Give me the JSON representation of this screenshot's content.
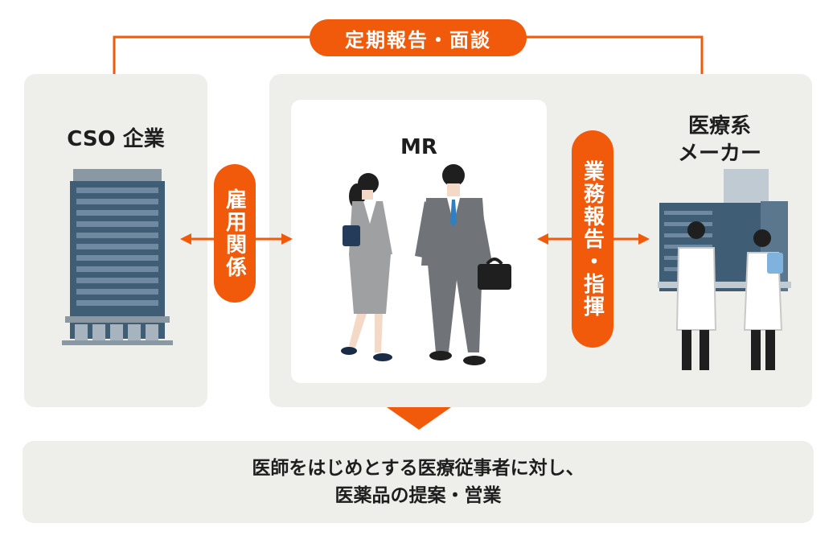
{
  "top_label": "定期報告・面談",
  "cso": {
    "title": "CSO 企業"
  },
  "employment": "雇用関係",
  "mr": {
    "title": "MR"
  },
  "business": "業務報告・指揮",
  "maker": {
    "title_line1": "医療系",
    "title_line2": "メーカー"
  },
  "bottom": {
    "line1": "医師をはじめとする医療従事者に対し、",
    "line2": "医薬品の提案・営業"
  },
  "colors": {
    "accent": "#f15a0a",
    "panel": "#eeeeea",
    "building": "#3f5d74"
  }
}
